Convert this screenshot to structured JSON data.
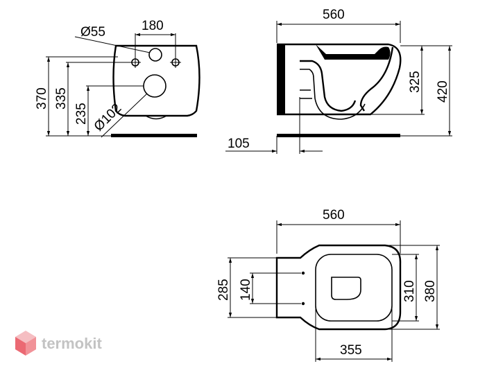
{
  "dimensions": {
    "front": {
      "hole_diameter_small": "Ø55",
      "bolt_spacing": "180",
      "total_height": "370",
      "bolt_height": "335",
      "outlet_height": "235",
      "outlet_diameter": "Ø102"
    },
    "side": {
      "length": "560",
      "bowl_height": "325",
      "total_height": "420",
      "outlet_offset": "105"
    },
    "top": {
      "length": "560",
      "bracket_height": "285",
      "bolt_spacing": "140",
      "inner_width": "310",
      "outer_width": "380",
      "bowl_length": "355"
    }
  },
  "watermark": {
    "brand": "termokit",
    "logo_icon": "cube-logo-icon"
  },
  "colors": {
    "line": "#000000",
    "watermark_text": "#b9b9b9",
    "logo_red": "#e8505b",
    "logo_light": "#f4b3b8"
  }
}
